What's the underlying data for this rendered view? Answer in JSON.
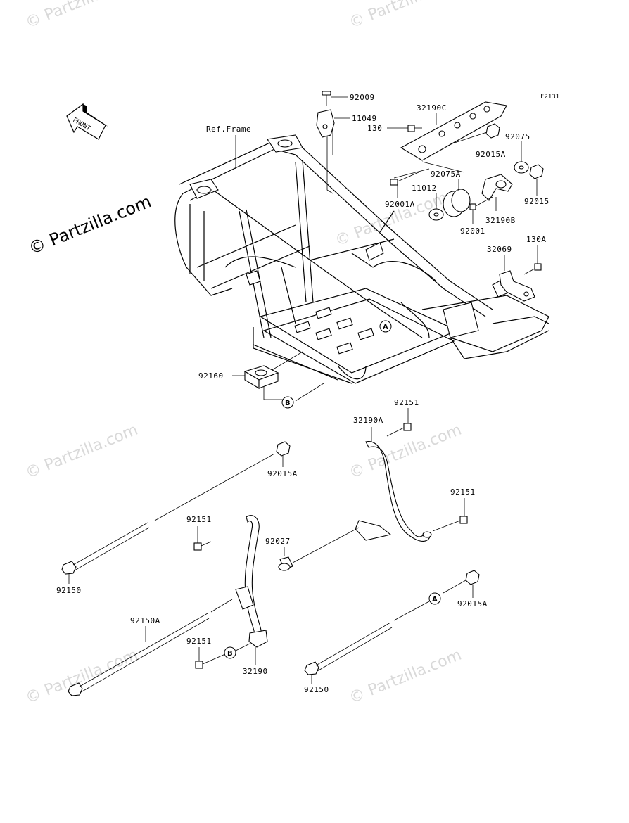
{
  "diagram_code": "F2131",
  "watermarks": [
    "© Partzilla.com",
    "© Partzilla.com",
    "© Partzilla.com",
    "© Partzilla.com",
    "© Partzilla.com",
    "© Partzilla.com",
    "© Partzilla.com"
  ],
  "main_watermark": "© Partzilla.com",
  "front_label": "FRONT",
  "ref_frame_label": "Ref.Frame",
  "callouts": {
    "a": "A",
    "b": "B"
  },
  "parts": {
    "p92009": "92009",
    "p11049": "11049",
    "p32190C": "32190C",
    "p130": "130",
    "p92075": "92075",
    "p92015A_top": "92015A",
    "p92075A": "92075A",
    "p11012": "11012",
    "p92015_top": "92015",
    "p92001A": "92001A",
    "p32190B": "32190B",
    "p92001": "92001",
    "p32069": "32069",
    "p130A": "130A",
    "p92160": "92160",
    "p92151_a": "92151",
    "p32190A": "32190A",
    "p92015A_mid": "92015A",
    "p92151_b": "92151",
    "p92151_c": "92151",
    "p92027": "92027",
    "p92150_left": "92150",
    "p92015A_low": "92015A",
    "p92150A": "92150A",
    "p92151_d": "92151",
    "p32190": "32190",
    "p92150_right": "92150"
  }
}
